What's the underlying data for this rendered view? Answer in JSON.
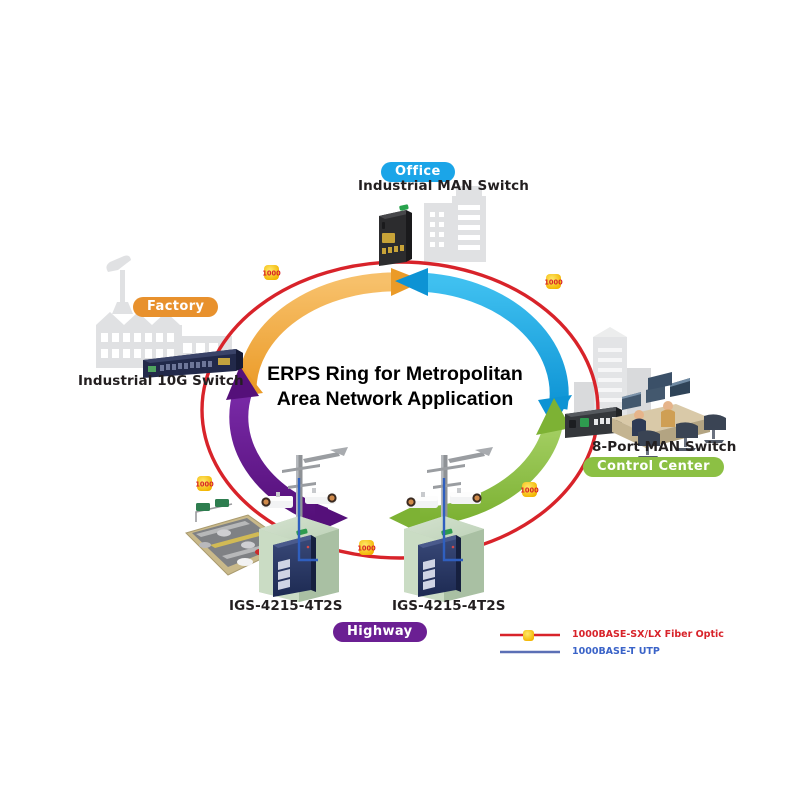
{
  "diagram": {
    "title_line1": "ERPS Ring for Metropolitan",
    "title_line2": "Area Network Application",
    "ring_color": "#d8232a",
    "utp_color": "#5b6fb5",
    "marker_label": "1000",
    "marker_fill": "#ffd000",
    "marker_text_color": "#d8232a"
  },
  "sites": {
    "office": {
      "badge": "Office",
      "badge_color": "#1ba5e8",
      "device_label": "Industrial MAN Switch"
    },
    "factory": {
      "badge": "Factory",
      "badge_color": "#e8912d",
      "device_label": "Industrial 10G Switch"
    },
    "control_center": {
      "badge": "Control Center",
      "badge_color": "#8cc044",
      "device_label": "8-Port MAN Switch"
    },
    "highway": {
      "badge": "Highway",
      "badge_color": "#6b1f93",
      "device_label_left": "IGS-4215-4T2S",
      "device_label_right": "IGS-4215-4T2S"
    }
  },
  "arrows": [
    {
      "name": "factory-to-office",
      "color": "#f0a83c"
    },
    {
      "name": "office-to-control-center",
      "color": "#25a9e0"
    },
    {
      "name": "control-center-to-highway",
      "color": "#8cc044"
    },
    {
      "name": "highway-to-factory",
      "color": "#6b1f93"
    }
  ],
  "legend": [
    {
      "label": "1000BASE-SX/LX Fiber Optic",
      "color": "#d8232a",
      "style": "fiber"
    },
    {
      "label": "1000BASE-T UTP",
      "color": "#5b6fb5",
      "style": "utp"
    }
  ]
}
